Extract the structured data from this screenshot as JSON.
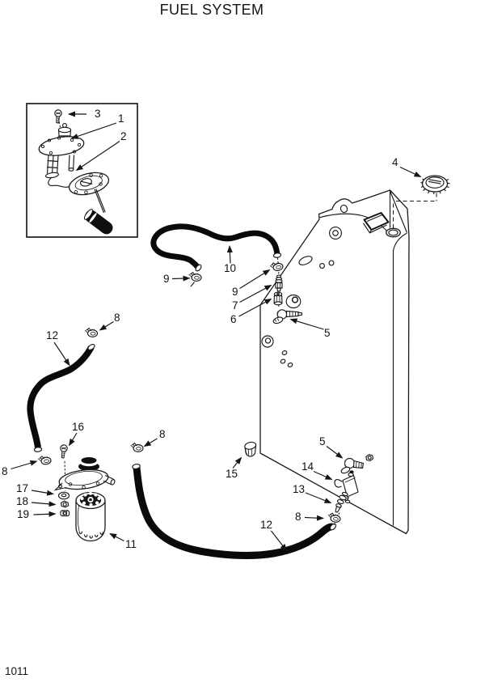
{
  "title": "FUEL SYSTEM",
  "page_number": "1011",
  "colors": {
    "line": "#1a1a1a",
    "hose": "#0a0a0a",
    "background": "#ffffff"
  },
  "callouts": [
    {
      "label": "3",
      "part": "screw"
    },
    {
      "label": "1",
      "part": "fuel-sender"
    },
    {
      "label": "2",
      "part": "float-flange"
    },
    {
      "label": "4",
      "part": "fuel-cap"
    },
    {
      "label": "10",
      "part": "hose"
    },
    {
      "label": "9",
      "part": "clamp"
    },
    {
      "label": "9",
      "part": "clamp"
    },
    {
      "label": "7",
      "part": "fitting"
    },
    {
      "label": "6",
      "part": "fitting"
    },
    {
      "label": "5",
      "part": "elbow-fitting"
    },
    {
      "label": "8",
      "part": "clamp"
    },
    {
      "label": "12",
      "part": "hose"
    },
    {
      "label": "8",
      "part": "clamp"
    },
    {
      "label": "16",
      "part": "screw"
    },
    {
      "label": "17",
      "part": "washer"
    },
    {
      "label": "18",
      "part": "nut"
    },
    {
      "label": "19",
      "part": "nut"
    },
    {
      "label": "11",
      "part": "fuel-filter"
    },
    {
      "label": "8",
      "part": "clamp"
    },
    {
      "label": "15",
      "part": "plug"
    },
    {
      "label": "12",
      "part": "hose"
    },
    {
      "label": "5",
      "part": "elbow-fitting"
    },
    {
      "label": "14",
      "part": "fuel-cock"
    },
    {
      "label": "13",
      "part": "fitting"
    },
    {
      "label": "8",
      "part": "clamp"
    }
  ]
}
